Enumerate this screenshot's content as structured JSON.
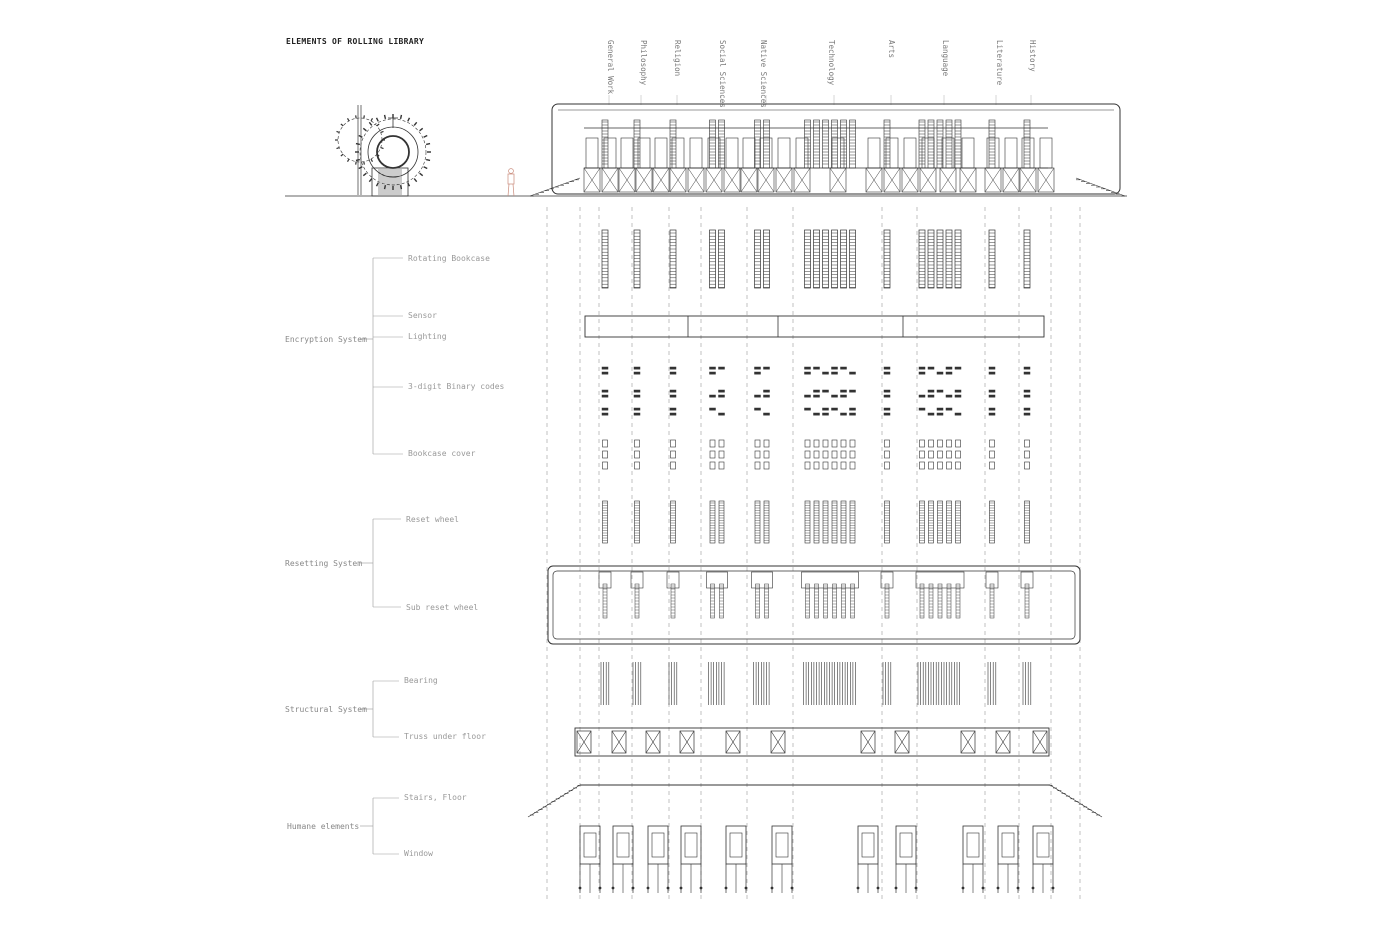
{
  "title": "ELEMENTS OF ROLLING LIBRARY",
  "categories": [
    "General Work",
    "Philosophy",
    "Religion",
    "Social Sciences",
    "Native Sciences",
    "Technology",
    "Arts",
    "Language",
    "Literature",
    "History"
  ],
  "groups": [
    {
      "label": "Encryption System",
      "items": [
        "Rotating Bookcase",
        "Sensor",
        "Lighting",
        "3-digit Binary codes",
        "Bookcase cover"
      ]
    },
    {
      "label": "Resetting System",
      "items": [
        "Reset wheel",
        "Sub reset wheel"
      ]
    },
    {
      "label": "Structural System",
      "items": [
        "Bearing",
        "Truss under floor"
      ]
    },
    {
      "label": "Humane elements",
      "items": [
        "Stairs, Floor",
        "Window"
      ]
    }
  ],
  "colors": {
    "line": "#333333",
    "guide": "#999999",
    "figure": "#c98a7a"
  }
}
